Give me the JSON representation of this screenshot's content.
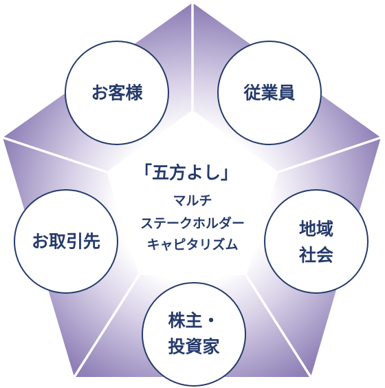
{
  "center": {
    "title": "「五方よし」",
    "subtitle_lines": [
      "マルチ",
      "ステークホルダー",
      "キャピタリズム"
    ]
  },
  "stakeholders": [
    {
      "id": "customers",
      "lines": [
        "お客様"
      ]
    },
    {
      "id": "employees",
      "lines": [
        "従業員"
      ]
    },
    {
      "id": "local-community",
      "lines": [
        "地域",
        "社会"
      ]
    },
    {
      "id": "shareholders-investors",
      "lines": [
        "株主・",
        "投資家"
      ]
    },
    {
      "id": "business-partners",
      "lines": [
        "お取引先"
      ]
    }
  ],
  "colors": {
    "pentagon_inner": "#ffffff",
    "pentagon_outer": "#8e7fb6",
    "circle_stroke": "#253a6b",
    "text": "#253a6b"
  }
}
